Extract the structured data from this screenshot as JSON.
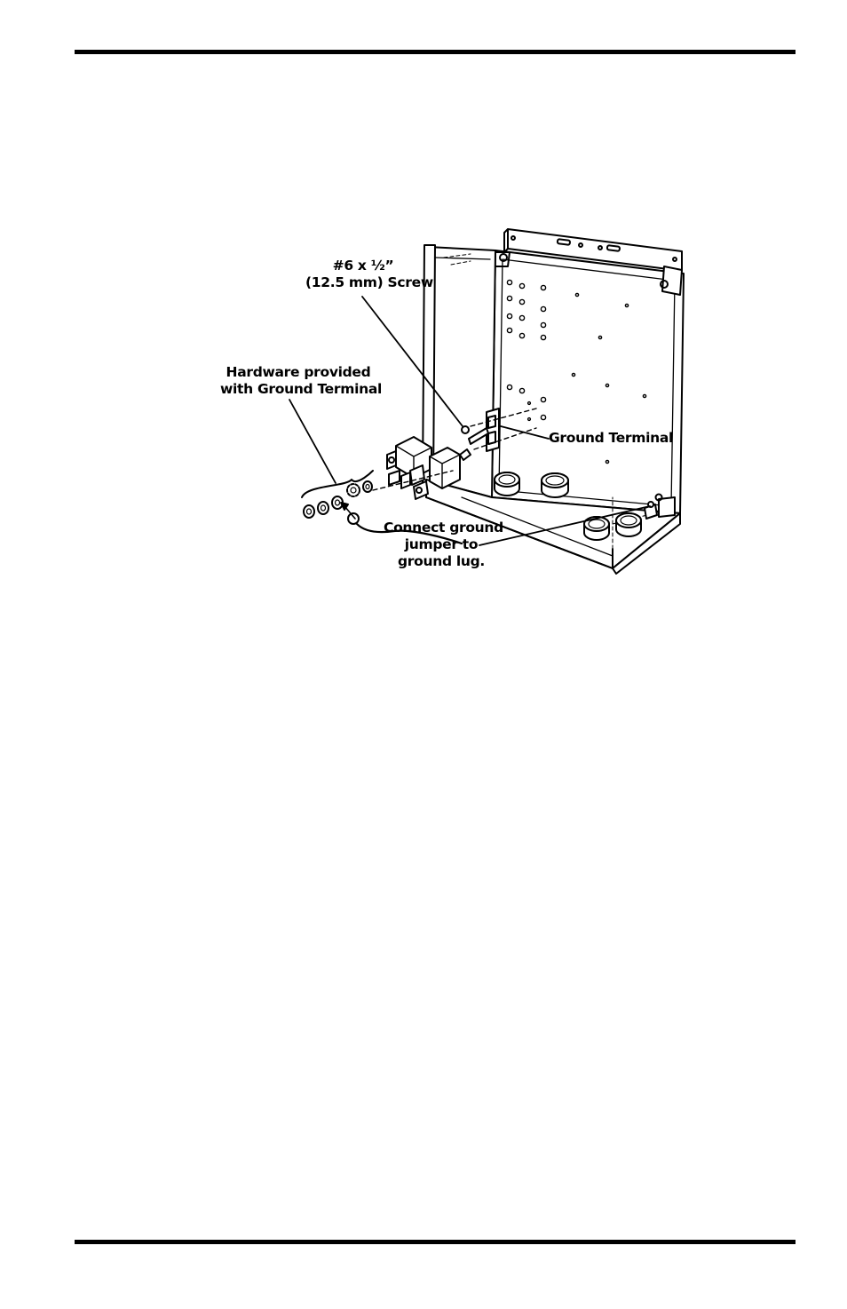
{
  "labels": {
    "screw": [
      "#6 x ½”",
      "(12.5 mm) Screw"
    ],
    "hardware": [
      "Hardware provided",
      "with Ground Terminal"
    ],
    "ground_terminal": "Ground Terminal",
    "connect": [
      "Connect ground",
      "jumper to",
      "ground lug."
    ]
  }
}
